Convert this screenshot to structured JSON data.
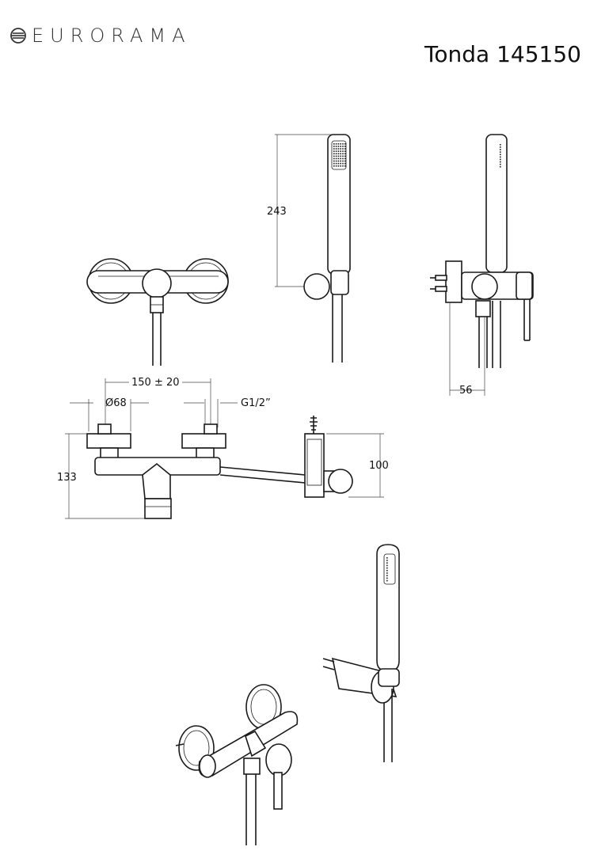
{
  "brand": {
    "name": "EURORAMA",
    "logo_icon": "eurorama-logo-icon"
  },
  "model": {
    "title": "Tonda 145150"
  },
  "dimensions": {
    "hand_shower_height": "243",
    "wall_offset": "56",
    "center_distance": "150 ± 20",
    "flange_diameter": "Ø68",
    "thread": "G1/2”",
    "body_height": "133",
    "holder_height": "100"
  }
}
